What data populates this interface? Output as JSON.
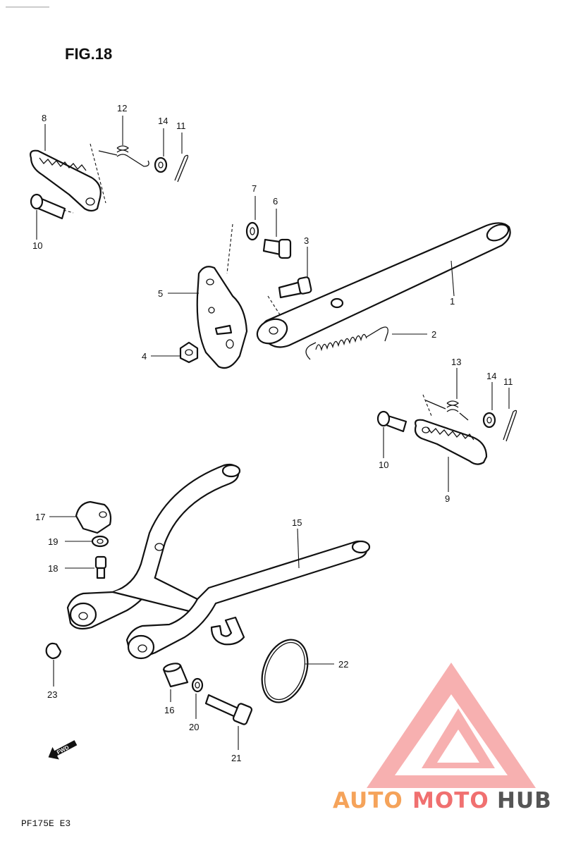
{
  "figure_title": "FIG.18",
  "drawing_code": "PF175E E3",
  "fwd_label": "FWD",
  "watermark": {
    "text_auto": "AUTO",
    "text_moto": "MOTO",
    "text_hub": "HUB",
    "color_orange": "#f5a35a",
    "color_red": "#f07070",
    "color_dark": "#555555"
  },
  "callouts": [
    "1",
    "2",
    "3",
    "4",
    "5",
    "6",
    "7",
    "8",
    "9",
    "10",
    "10",
    "11",
    "11",
    "12",
    "13",
    "14",
    "14",
    "15",
    "16",
    "17",
    "18",
    "19",
    "20",
    "21",
    "22",
    "23"
  ]
}
